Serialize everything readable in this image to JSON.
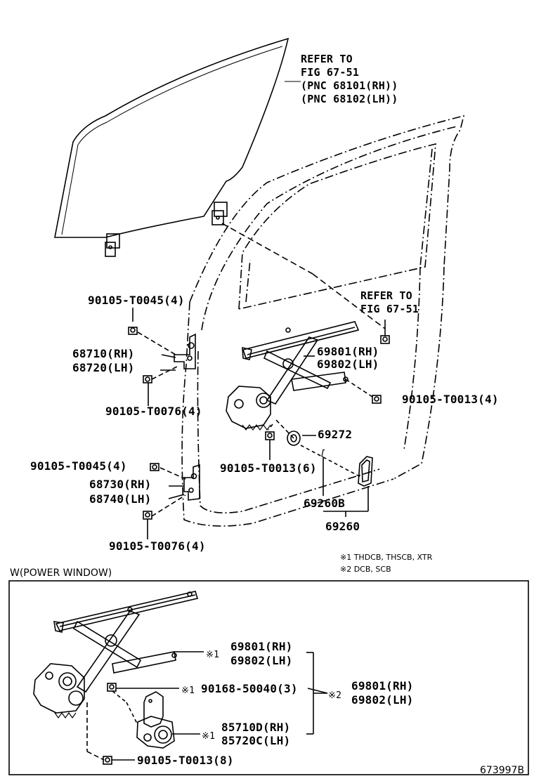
{
  "refer_glass": [
    "REFER TO",
    "FIG 67-51",
    "(PNC 68101(RH))",
    "(PNC 68102(LH))"
  ],
  "refer_regulator": [
    "REFER TO",
    "FIG 67-51"
  ],
  "labels": {
    "bolt_upper_hinge": "90105-T0045(4)",
    "hinge_upper_rh": "68710(RH)",
    "hinge_upper_lh": "68720(LH)",
    "bolt_upper_hinge_lower": "90105-T0076(4)",
    "bolt_lower_hinge": "90105-T0045(4)",
    "hinge_lower_rh": "68730(RH)",
    "hinge_lower_lh": "68740(LH)",
    "bolt_lower_hinge_lower": "90105-T0076(4)",
    "regulator_rh": "69801(RH)",
    "regulator_lh": "69802(LH)",
    "bolt_regulator_right": "90105-T0013(4)",
    "regulator_cap": "69272",
    "bolt_regulator_bottom": "90105-T0013(6)",
    "handle_sub": "69260B",
    "handle": "69260"
  },
  "notes": {
    "n1": "※1  THDCB, THSCB, XTR",
    "n2": "※2  DCB, SCB"
  },
  "section_title": "W(POWER WINDOW)",
  "power_window": {
    "mark1": "※1",
    "mark1b": "※1",
    "mark1c": "※1",
    "mark2": "※2",
    "reg_rh": "69801(RH)",
    "reg_lh": "69802(LH)",
    "screw": "90168-50040(3)",
    "motor_rh": "85710D(RH)",
    "motor_lh": "85720C(LH)",
    "assy_rh": "69801(RH)",
    "assy_lh": "69802(LH)",
    "bolt": "90105-T0013(8)"
  },
  "figure_id": "673997B"
}
